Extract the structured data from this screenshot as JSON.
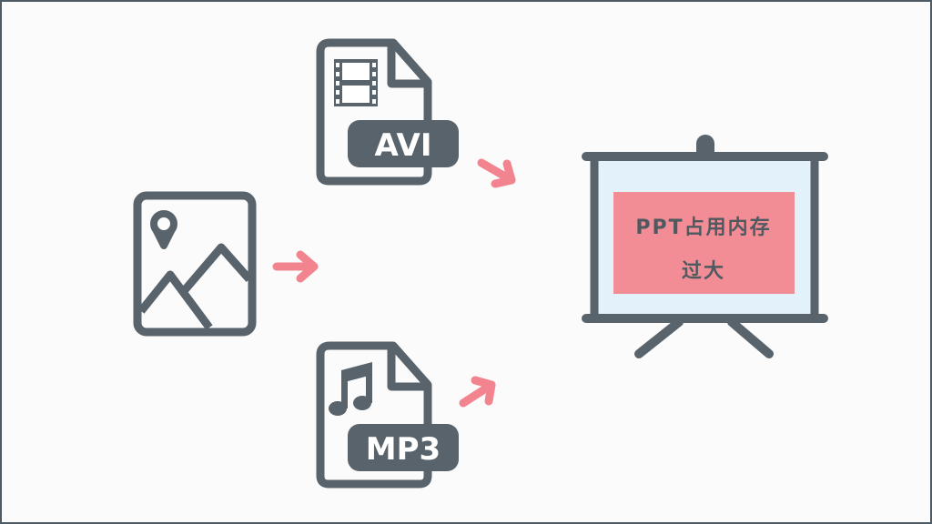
{
  "files": {
    "avi_label": "AVI",
    "mp3_label": "MP3"
  },
  "presentation": {
    "line1": "PPT占用内存",
    "line2": "过大"
  },
  "colors": {
    "outline": "#59636b",
    "arrow": "#f2848f",
    "screen_fill": "#e3f1fb",
    "label_fill": "#f28d96",
    "border": "#505a62"
  },
  "icons": {
    "image": "image-file-icon",
    "video": "video-file-icon",
    "audio": "audio-file-icon",
    "projector": "projector-screen-icon"
  }
}
